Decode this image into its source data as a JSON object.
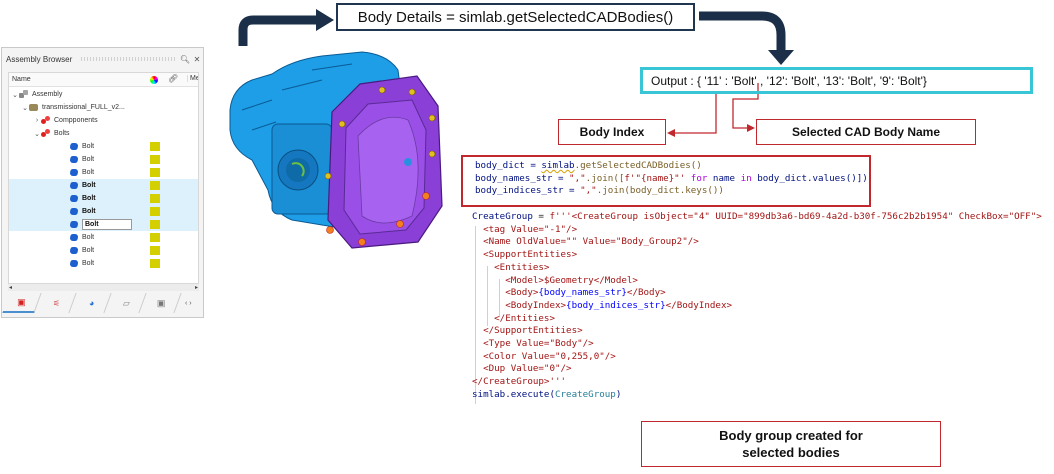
{
  "assembly_browser": {
    "title": "Assembly Browser",
    "columns": {
      "name": "Name",
      "color_icon": "color-wheel-icon",
      "link_icon": "link-icon",
      "more": "Me"
    },
    "title_icons": [
      "search-icon",
      "close-icon"
    ],
    "tree": [
      {
        "label": "Assembly",
        "level": 0,
        "expanded": true,
        "icon": "assembly-icon"
      },
      {
        "label": "transmissional_FULL_v2...",
        "level": 1,
        "expanded": true,
        "icon": "part-icon"
      },
      {
        "label": "Compponents",
        "level": 2,
        "expanded": false,
        "icon": "group-icon"
      },
      {
        "label": "Bolts",
        "level": 2,
        "expanded": true,
        "icon": "group-icon"
      }
    ],
    "bolts": [
      {
        "label": "Bolt",
        "selected": false,
        "color": "#d4d000"
      },
      {
        "label": "Bolt",
        "selected": false,
        "color": "#d4d000"
      },
      {
        "label": "Bolt",
        "selected": false,
        "color": "#d4d000"
      },
      {
        "label": "Bolt",
        "selected": true,
        "color": "#d4d000"
      },
      {
        "label": "Bolt",
        "selected": true,
        "color": "#d4d000"
      },
      {
        "label": "Bolt",
        "selected": true,
        "color": "#d4d000"
      },
      {
        "label": "Bolt",
        "selected": true,
        "editing": true,
        "color": "#d4d000"
      },
      {
        "label": "Bolt",
        "selected": false,
        "color": "#d4d000"
      },
      {
        "label": "Bolt",
        "selected": false,
        "color": "#d4d000"
      },
      {
        "label": "Bolt",
        "selected": false,
        "color": "#d4d000"
      }
    ],
    "bottom_tabs": [
      "assembly-tab-icon",
      "loads-tab-icon",
      "groups-tab-icon",
      "layers-tab-icon",
      "entities-tab-icon"
    ],
    "scroll_left": "◂",
    "scroll_right": "▸",
    "tab_nav": "‹ ›"
  },
  "diagram": {
    "body_details": "Body Details = simlab.getSelectedCADBodies()",
    "output": "Output : { '11' : 'Bolt' , '12': 'Bolt', '13': 'Bolt', '9': 'Bolt'}",
    "body_index_label": "Body Index",
    "cad_name_label": "Selected CAD Body Name",
    "result_label": "Body group created for selected bodies",
    "arrow_color_main": "#1b2f48",
    "arrow_color_red": "#c0282e",
    "output_border_color": "#38c6d6"
  },
  "code_snippet": {
    "line1": [
      "body_dict = ",
      "simlab",
      ".getSelectedCADBodies()"
    ],
    "line2": [
      "body_names_str = ",
      "\",\"",
      ".join([",
      "f'\"{name}\"'",
      " for ",
      "name",
      " in ",
      "body_dict.values()])"
    ],
    "line3": [
      "body_indices_str = ",
      "\",\"",
      ".join(body_dict.keys())"
    ]
  },
  "code_main": {
    "l1": [
      "CreateGroup",
      " = ",
      "f'''<CreateGroup isObject=\"4\" UUID=\"899db3a6-bd69-4a2d-b30f-756c2b2b1954\" CheckBox=\"OFF\">"
    ],
    "l2": "  <tag Value=\"-1\"/>",
    "l3": "  <Name OldValue=\"\" Value=\"Body_Group2\"/>",
    "l4": "  <SupportEntities>",
    "l5": "    <Entities>",
    "l6": [
      "      <Model>$Geometry</Model>"
    ],
    "l7": [
      "      <Body>",
      "{body_names_str}",
      "</Body>"
    ],
    "l8": [
      "      <BodyIndex>",
      "{body_indices_str}",
      "</BodyIndex>"
    ],
    "l9": "    </Entities>",
    "l10": "  </SupportEntities>",
    "l11": "  <Type Value=\"Body\"/>",
    "l12": "  <Color Value=\"0,255,0\"/>",
    "l13": "  <Dup Value=\"0\"/>",
    "l14": "</CreateGroup>'''",
    "l15": [
      "simlab.execute(",
      "CreateGroup",
      ")"
    ]
  }
}
